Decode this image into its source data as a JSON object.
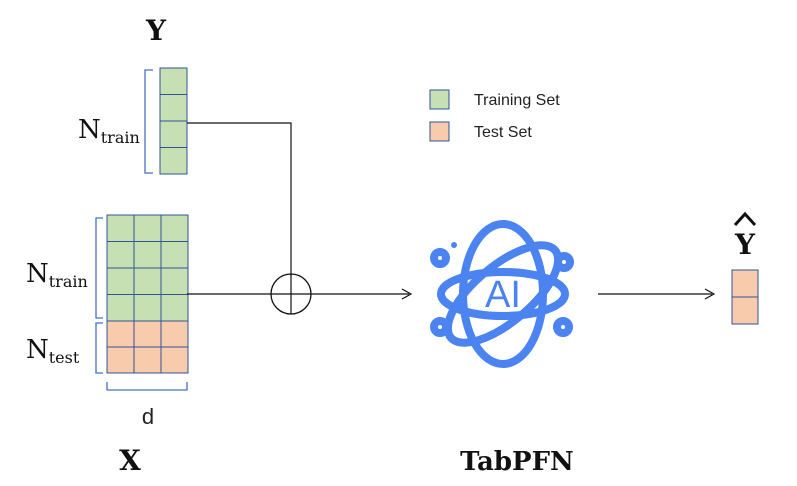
{
  "labels": {
    "y": "Y",
    "x": "X",
    "y_hat": "Y",
    "n_train_y": {
      "base": "N",
      "sub": "train"
    },
    "n_train_x": {
      "base": "N",
      "sub": "train"
    },
    "n_test_x": {
      "base": "N",
      "sub": "test"
    },
    "d": "d",
    "model": "TabPFN",
    "ai_text": "AI"
  },
  "legend": [
    {
      "label": "Training Set",
      "color": "#c6e0b4"
    },
    {
      "label": "Test Set",
      "color": "#f8cbad"
    }
  ],
  "colors": {
    "train_fill": "#c6e0b4",
    "test_fill": "#f8cbad",
    "grid_stroke": "#2f5597",
    "brace_stroke": "#4472c4",
    "ai_icon": "#4b83f0",
    "line": "#111111"
  },
  "matrices": {
    "y_train": {
      "rows": 4,
      "cols": 1
    },
    "x_train": {
      "rows": 4,
      "cols": 3
    },
    "x_test": {
      "rows": 2,
      "cols": 3
    },
    "y_hat": {
      "rows": 2,
      "cols": 1
    }
  }
}
